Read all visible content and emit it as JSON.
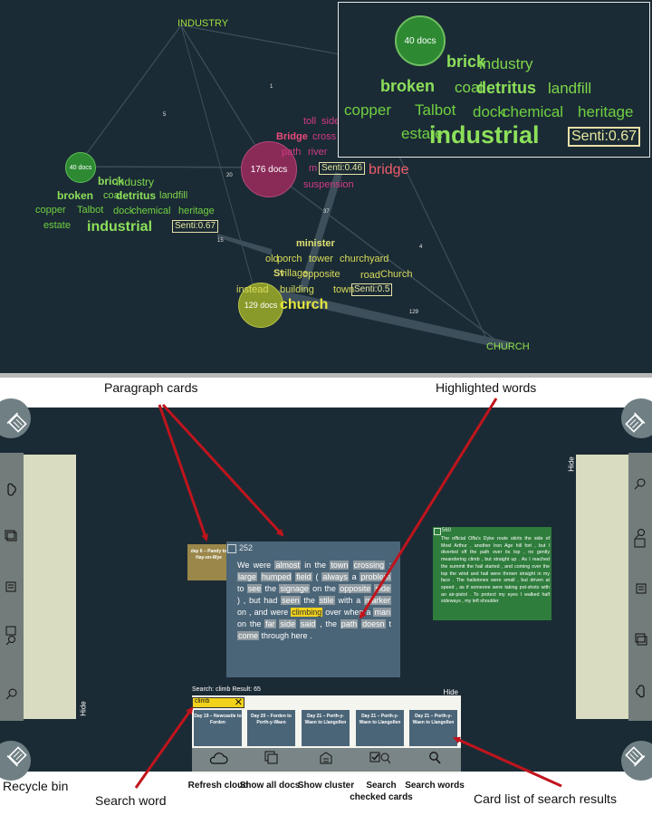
{
  "cloud": {
    "clusters": [
      {
        "docs": "40 docs",
        "senti": "Senti:0.67",
        "words": [
          "brick",
          "industry",
          "broken",
          "coal",
          "detritus",
          "landfill",
          "copper",
          "Talbot",
          "dock",
          "chemical",
          "heritage",
          "estate",
          "industrial"
        ]
      },
      {
        "docs": "176 docs",
        "senti": "Senti:0.46",
        "words": [
          "toll",
          "side",
          "Bridge",
          "cross",
          "path",
          "river",
          "m",
          "bridge",
          "suspension"
        ]
      },
      {
        "docs": "129 docs",
        "senti": "Senti:0.5",
        "words": [
          "minister",
          "old",
          "porch",
          "tower",
          "churchyard",
          "St",
          "village",
          "opposite",
          "road",
          "Church",
          "instead",
          "building",
          "town",
          "church"
        ]
      }
    ],
    "nodes": [
      "INDUSTRY",
      "CHURCH"
    ],
    "edge_weights": [
      "1",
      "5",
      "20",
      "1",
      "37",
      "15",
      "4",
      "129",
      "15"
    ],
    "inset": {
      "docs": "40 docs",
      "senti": "Senti:0.67",
      "words": [
        "brick",
        "industry",
        "broken",
        "coal",
        "detritus",
        "landfill",
        "copper",
        "Talbot",
        "dock",
        "chemical",
        "heritage",
        "estate",
        "industrial"
      ]
    }
  },
  "annotations": {
    "paragraph_cards": "Paragraph cards",
    "highlighted_words": "Highlighted words",
    "recycle_bin": "Recycle bin",
    "search_word": "Search word",
    "card_list": "Card list of search results"
  },
  "table": {
    "hide_left": "Hide",
    "hide_right": "Hide",
    "hide_search": "Hide",
    "main_card": {
      "id": "252",
      "text": [
        {
          "t": "We were ",
          "h": 0
        },
        {
          "t": "almost",
          "h": 1
        },
        {
          "t": " in the ",
          "h": 0
        },
        {
          "t": "town",
          "h": 1
        },
        {
          "t": " ",
          "h": 0
        },
        {
          "t": "crossing",
          "h": 1
        },
        {
          "t": " : ",
          "h": 0
        },
        {
          "t": "large",
          "h": 1
        },
        {
          "t": " ",
          "h": 0
        },
        {
          "t": "humped",
          "h": 1
        },
        {
          "t": " ",
          "h": 0
        },
        {
          "t": "field",
          "h": 1
        },
        {
          "t": " ( ",
          "h": 0
        },
        {
          "t": "always",
          "h": 1
        },
        {
          "t": " a ",
          "h": 0
        },
        {
          "t": "problem",
          "h": 1
        },
        {
          "t": " to ",
          "h": 0
        },
        {
          "t": "see",
          "h": 1
        },
        {
          "t": " the ",
          "h": 0
        },
        {
          "t": "signage",
          "h": 1
        },
        {
          "t": " on the ",
          "h": 0
        },
        {
          "t": "opposite",
          "h": 1
        },
        {
          "t": " ",
          "h": 0
        },
        {
          "t": "side",
          "h": 1
        },
        {
          "t": " ) , but had ",
          "h": 0
        },
        {
          "t": "seen",
          "h": 1
        },
        {
          "t": " the ",
          "h": 0
        },
        {
          "t": "stile",
          "h": 1
        },
        {
          "t": " with a ",
          "h": 0
        },
        {
          "t": "marker",
          "h": 1
        },
        {
          "t": " on , and were ",
          "h": 0
        },
        {
          "t": "climbing",
          "h": 2
        },
        {
          "t": " over when a ",
          "h": 0
        },
        {
          "t": "man",
          "h": 1
        },
        {
          "t": " on the ",
          "h": 0
        },
        {
          "t": "far",
          "h": 1
        },
        {
          "t": " ",
          "h": 0
        },
        {
          "t": "side",
          "h": 1
        },
        {
          "t": " ",
          "h": 0
        },
        {
          "t": "said",
          "h": 1
        },
        {
          "t": " , the ",
          "h": 0
        },
        {
          "t": "path",
          "h": 1
        },
        {
          "t": " ",
          "h": 0
        },
        {
          "t": "doesn",
          "h": 1
        },
        {
          "t": " t ",
          "h": 0
        },
        {
          "t": "come",
          "h": 1
        },
        {
          "t": " through here .",
          "h": 0
        }
      ]
    },
    "green_card": {
      "id": "560",
      "text": "The official Offa's Dyke route skirts the side of Moel Arthur , another Iron Age hill fort , but I diverted off the path over its top , no gently meandering climb , but straight up . As I reached the summit the hail started , and coming over the top the wind and hail were thrown straight in my face . The hailstones were small , but driven at speed , as if someone were taking pot-shots with an air-pistol . To protect my eyes I walked half sideways , my left shoulder"
    },
    "tan_card": {
      "title": "day 6 – Pandy to Hay-on-Wye"
    },
    "search": {
      "status": "Search: climb Result: 65",
      "query": "climb",
      "results": [
        "Day 19 – Newcastle to Forden",
        "Day 20 – Forden to Porth-y-Waen",
        "Day 21 – Porth-y-Waen to Llangollen",
        "Day 21 – Porth-y-Waen to Llangollen",
        "Day 21 – Porth-y-Waen to Llangollen"
      ]
    },
    "toolbar": [
      {
        "label": "Refresh cloud",
        "icon": "cloud-icon"
      },
      {
        "label": "Show all docs",
        "icon": "stack-icon"
      },
      {
        "label": "Show cluster",
        "icon": "cluster-icon"
      },
      {
        "label": "Search checked cards",
        "icon": "search-checked-icon"
      },
      {
        "label": "Search words",
        "icon": "search-icon"
      }
    ]
  }
}
